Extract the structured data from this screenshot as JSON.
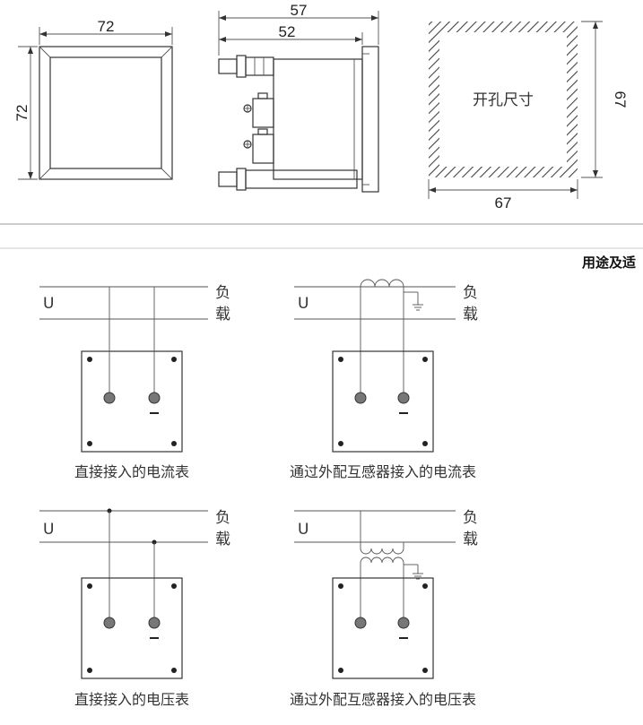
{
  "dimensions": {
    "front_width": "72",
    "front_height": "72",
    "side_total_depth": "57",
    "side_body_depth": "52",
    "cutout_height": "67",
    "cutout_width": "67",
    "cutout_label": "开孔尺寸"
  },
  "section_header": "用途及适",
  "wiring": {
    "source_label": "U",
    "load_label_1": "负",
    "load_label_2": "载",
    "captions": {
      "direct_ammeter": "直接接入的电流表",
      "ct_ammeter": "通过外配互感器接入的电流表",
      "direct_voltmeter": "直接接入的电压表",
      "pt_voltmeter": "通过外配互感器接入的电压表"
    }
  }
}
